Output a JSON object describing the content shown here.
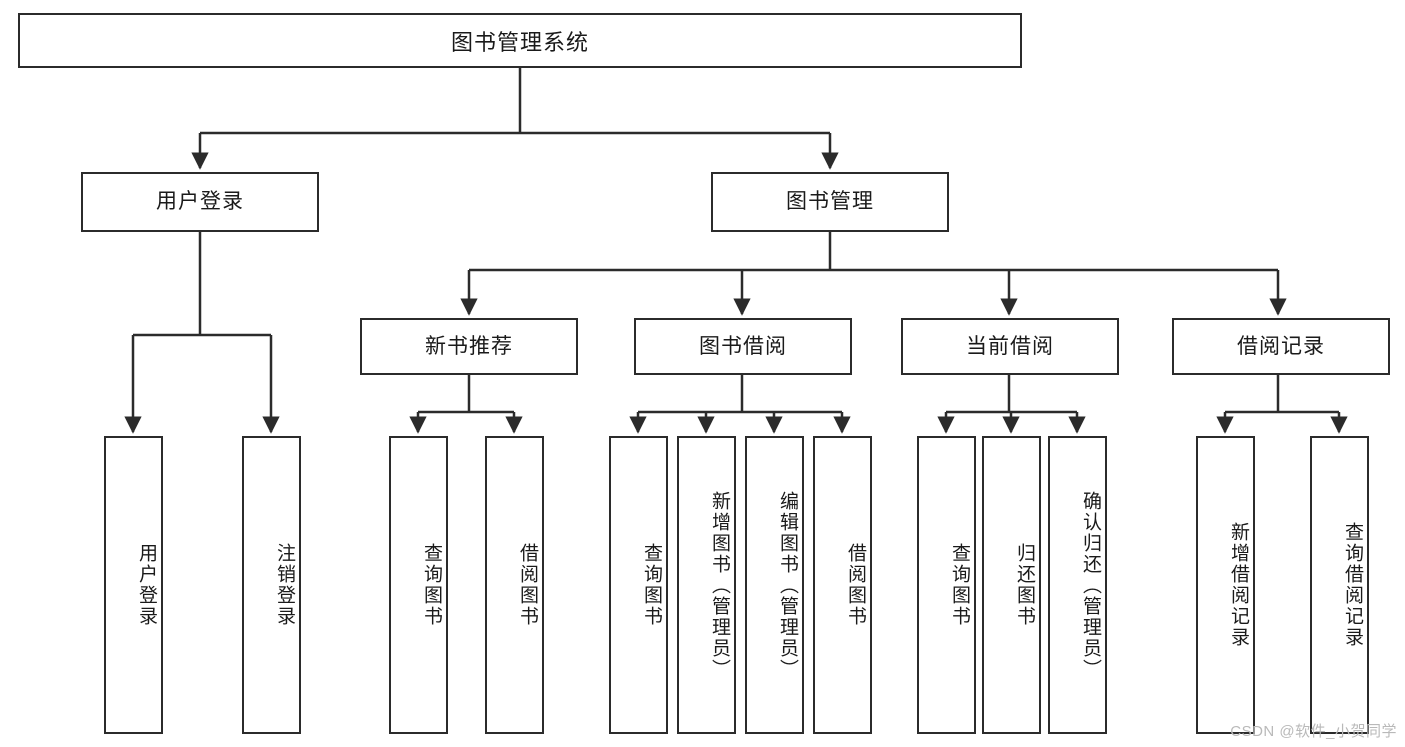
{
  "diagram": {
    "title": "图书管理系统",
    "background_color": "#ffffff",
    "line_color": "#2b2b2b",
    "text_color": "#1a1a1a",
    "root": {
      "label": "图书管理系统"
    },
    "level2": [
      {
        "label": "用户登录"
      },
      {
        "label": "图书管理"
      }
    ],
    "level3": [
      {
        "label": "新书推荐"
      },
      {
        "label": "图书借阅"
      },
      {
        "label": "当前借阅"
      },
      {
        "label": "借阅记录"
      }
    ],
    "leaves": {
      "user_login": [
        {
          "label": "用户登录"
        },
        {
          "label": "注销登录"
        }
      ],
      "new_book": [
        {
          "label": "查询图书"
        },
        {
          "label": "借阅图书"
        }
      ],
      "book_borrow": [
        {
          "label": "查询图书"
        },
        {
          "label": "新增图书（管理员）"
        },
        {
          "label": "编辑图书（管理员）"
        },
        {
          "label": "借阅图书"
        }
      ],
      "current_borrow": [
        {
          "label": "查询图书"
        },
        {
          "label": "归还图书"
        },
        {
          "label": "确认归还（管理员）"
        }
      ],
      "borrow_record": [
        {
          "label": "新增借阅记录"
        },
        {
          "label": "查询借阅记录"
        }
      ]
    }
  },
  "watermark": {
    "text": "CSDN @软件_小贺同学"
  }
}
